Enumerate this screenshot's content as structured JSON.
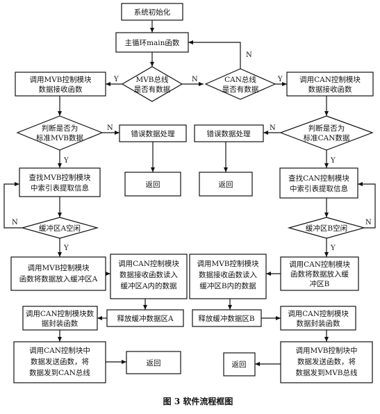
{
  "nodes": {
    "init": "系统初始化",
    "main_loop": "主循环main函数",
    "mvb_dec": [
      "MVB总线",
      "是否有数据"
    ],
    "can_dec": [
      "CAN总线",
      "是否有数据"
    ],
    "mvb_recv": [
      "调用MVB控制模块",
      "数据接收函数"
    ],
    "can_recv": [
      "调用CAN控制模块",
      "数据接收函数"
    ],
    "mvb_std": [
      "判断是否为",
      "标准MVB数据"
    ],
    "can_std": [
      "判断是否为",
      "标准CAN数据"
    ],
    "err_left": "错误数据处理",
    "err_right": "错误数据处理",
    "ret_left_mid": "返回",
    "ret_right_mid": "返回",
    "mvb_index": [
      "查找MVB控制模块",
      "中索引表提取信息"
    ],
    "can_index": [
      "查找CAN控制模块",
      "中索引表提取信息"
    ],
    "bufA_dec": "缓冲区A空闲",
    "bufB_dec": "缓冲区B空闲",
    "mvb_put": [
      "调用MVB控制模块",
      "函数将数据放入缓冲区A"
    ],
    "can_readA": [
      "调用CAN控制模块",
      "数据接收函数读入",
      "缓冲区A内的数据"
    ],
    "mvb_readB": [
      "调用MVB控制模块",
      "数据接收函数读入",
      "缓冲区B内的数据"
    ],
    "can_put": [
      "调用CAN控制模块",
      "函数将数据放入缓",
      "冲区B"
    ],
    "releaseA": "释放缓冲数据区A",
    "releaseB": "释放缓冲数据区B",
    "can_pack": [
      "调用CAN控制模块数",
      "据封装函数"
    ],
    "mvb_pack": [
      "调用CAN控制模块",
      "数据封装函数"
    ],
    "can_send": [
      "调用CAN控制块中",
      "数据发送函数，将",
      "数据发到CAN总线"
    ],
    "mvb_send": [
      "调用MVB控制块中",
      "数据发送函数，将",
      "数据发到MVB总线"
    ],
    "ret_left_bot": "返回",
    "ret_right_bot": "返回"
  },
  "branch": {
    "yes": "Y",
    "no": "N"
  },
  "caption": "图 3   软件流程框图"
}
